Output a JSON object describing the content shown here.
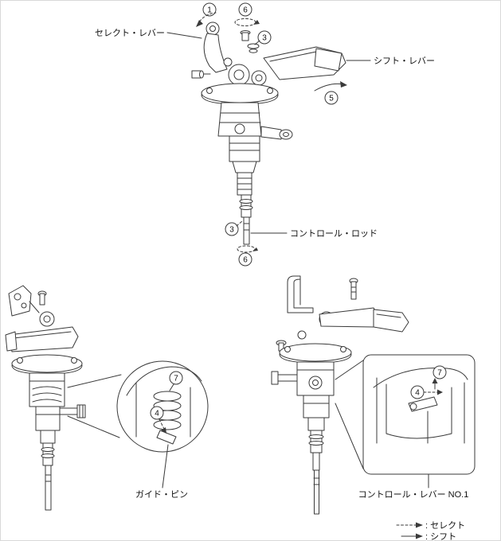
{
  "figure": {
    "labels": {
      "select_lever": "セレクト・レバー",
      "shift_lever": "シフト・レバー",
      "control_rod": "コントロール・ロッド",
      "guide_pin": "ガイド・ピン",
      "control_lever_no1": "コントロール・レバー NO.1"
    },
    "callouts": {
      "n1": "1",
      "n3": "3",
      "n4": "4",
      "n5": "5",
      "n6": "6",
      "n7": "7"
    },
    "legend": {
      "select_label": ": セレクト",
      "shift_label": ": シフト"
    },
    "colors": {
      "line": "#3a3a3a",
      "background": "#ffffff"
    }
  }
}
